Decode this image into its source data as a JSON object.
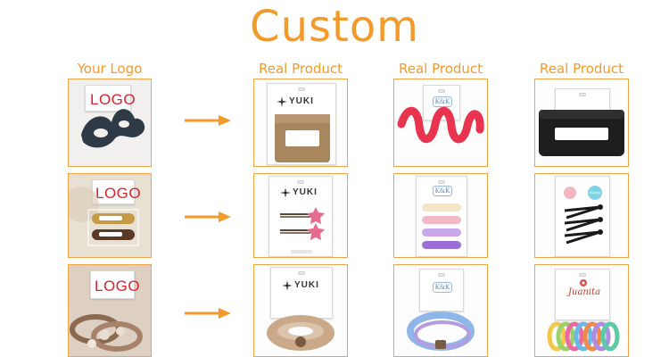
{
  "title": "Custom",
  "columns": {
    "your_logo": "Your Logo",
    "real_product_1": "Real Product",
    "real_product_2": "Real Product",
    "real_product_3": "Real Product"
  },
  "logo_label": "LOGO",
  "brands": {
    "yuki": "YUKI",
    "kk": "K&K",
    "harpa": "Harpa",
    "juanita": "Juanita"
  },
  "colors": {
    "accent": "#F39A2B",
    "frame": "#F3A447",
    "logo_red": "#D8232A"
  }
}
